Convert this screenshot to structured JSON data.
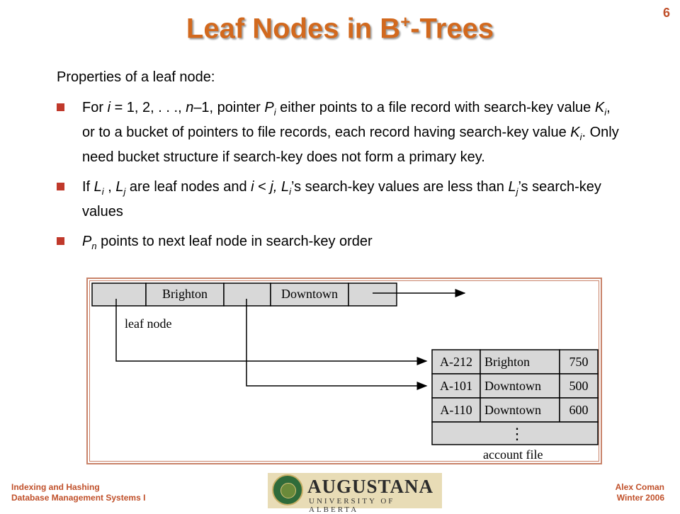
{
  "slide_number": "6",
  "title": {
    "main": "Leaf Nodes in B",
    "sup": "+",
    "tail": "-Trees"
  },
  "intro": "Properties of a leaf node:",
  "bullet1": {
    "a": "For ",
    "i": "i",
    "b": " = 1, 2, . . ., ",
    "n": "n",
    "c": "–1, pointer ",
    "P": "P",
    "Psub": "i",
    "d": " either points to a file record with search-key value ",
    "K": "K",
    "Ksub": "i",
    "e": ", or to a bucket of pointers to file records, each record having search-key value ",
    "K2": "K",
    "K2sub": "i",
    "f": ".  Only need bucket structure if search-key does not form a primary key."
  },
  "bullet2": {
    "a": "If ",
    "L1": "L",
    "L1sub": "i",
    "b": " , ",
    "L2": "L",
    "L2sub": "j",
    "c": " are leaf nodes and ",
    "iv": "i",
    "lt": " < ",
    "jv": "j, ",
    "L3": "L",
    "L3sub": "i",
    "d": "’s search-key values are less than ",
    "L4": "L",
    "L4sub": "j",
    "e": "’s search-key values"
  },
  "bullet3": {
    "P": "P",
    "Psub": "n",
    "a": " points to next leaf node in search-key order"
  },
  "figure": {
    "leaf_cells": [
      "",
      "Brighton",
      "",
      "Downtown",
      ""
    ],
    "leaf_label": "leaf node",
    "records": [
      [
        "A-212",
        "Brighton",
        "750"
      ],
      [
        "A-101",
        "Downtown",
        "500"
      ],
      [
        "A-110",
        "Downtown",
        "600"
      ]
    ],
    "ellipsis": "⋮",
    "file_label": "account file"
  },
  "footer": {
    "left1": "Indexing and Hashing",
    "left2": "Database  Management  Systems I",
    "right1": "Alex Coman",
    "right2": "Winter 2006"
  },
  "logo": {
    "name": "AUGUSTANA",
    "sub": "UNIVERSITY OF ALBERTA"
  },
  "colors": {
    "title": "#d2691e",
    "bullet": "#c0392b",
    "footer": "#c0502a",
    "frame": "#c9836a"
  }
}
